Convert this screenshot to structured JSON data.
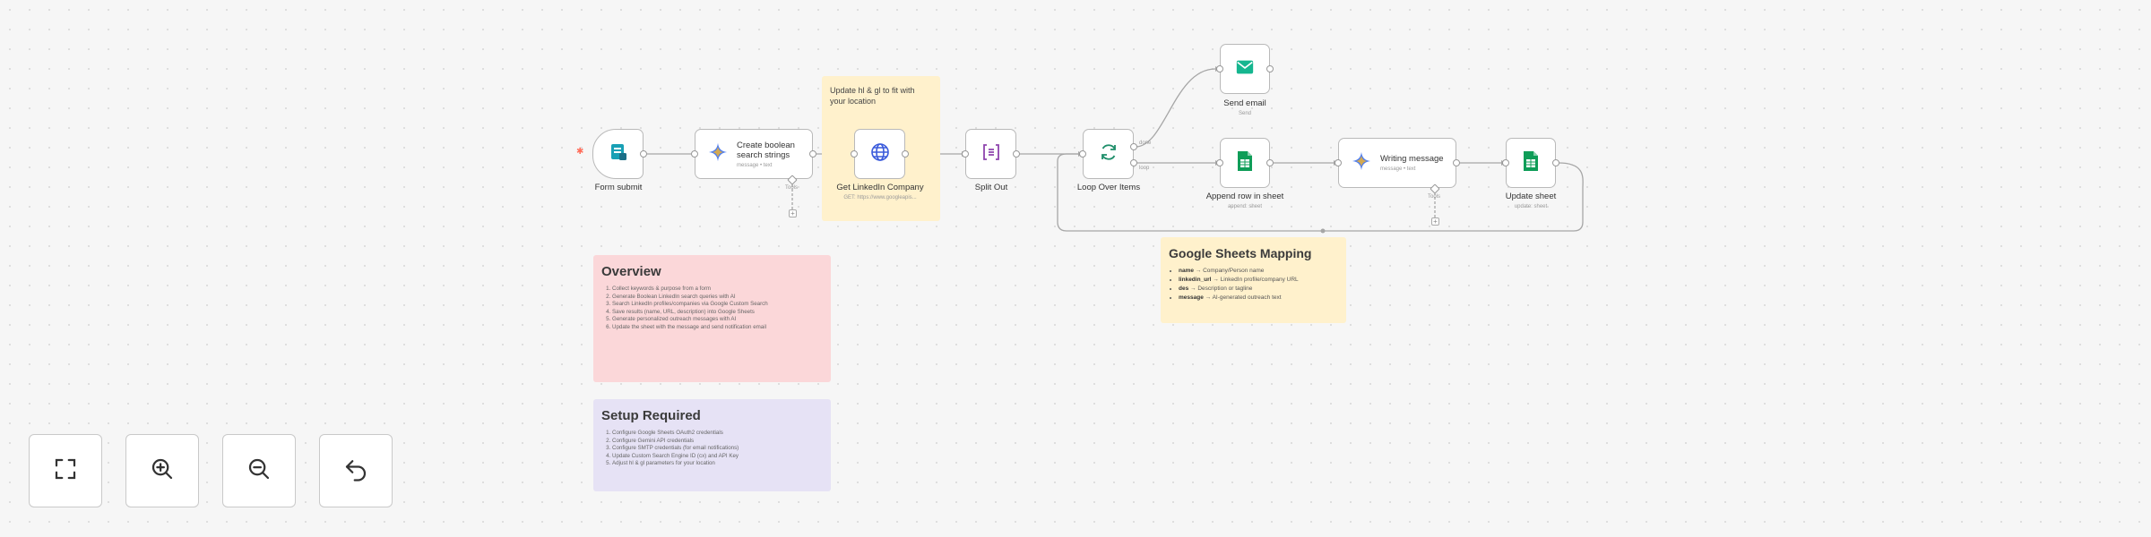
{
  "nodes": {
    "form_submit": {
      "title": "Form submit"
    },
    "create_boolean": {
      "title": "Create boolean search strings",
      "subtitle": "message • text"
    },
    "get_linkedin": {
      "title": "Get LinkedIn Company",
      "subtitle": "GET: https://www.googleapis..."
    },
    "split_out": {
      "title": "Split Out"
    },
    "loop_over": {
      "title": "Loop Over Items"
    },
    "send_email": {
      "title": "Send email",
      "subtitle": "Send"
    },
    "append_row": {
      "title": "Append row in sheet",
      "subtitle": "append: sheet"
    },
    "writing_message": {
      "title": "Writing message",
      "subtitle": "message • text"
    },
    "update_sheet": {
      "title": "Update sheet",
      "subtitle": "update: sheet"
    }
  },
  "edge_labels": {
    "tools_1": "Tools",
    "tools_2": "Tools",
    "done": "done",
    "loop": "loop"
  },
  "stickies": {
    "location": {
      "text": "Update hl & gl to fit with your location"
    },
    "overview": {
      "title": "Overview",
      "items": [
        "Collect keywords & purpose from a form",
        "Generate Boolean LinkedIn search queries with AI",
        "Search LinkedIn profiles/companies via Google Custom Search",
        "Save results (name, URL, description) into Google Sheets",
        "Generate personalized outreach messages with AI",
        "Update the sheet with the message and send notification email"
      ]
    },
    "setup": {
      "title": "Setup Required",
      "items": [
        "Configure Google Sheets OAuth2 credentials",
        "Configure Gemini API credentials",
        "Configure SMTP credentials (for email notifications)",
        "Update Custom Search Engine ID (cx) and API Key",
        "Adjust hl & gl parameters for your location"
      ]
    },
    "mapping": {
      "title": "Google Sheets Mapping",
      "rows": [
        {
          "key": "name",
          "value": "→ Company/Person name"
        },
        {
          "key": "linkedin_url",
          "value": "→ LinkedIn profile/company URL"
        },
        {
          "key": "des",
          "value": "→ Description or tagline"
        },
        {
          "key": "message",
          "value": "→ AI-generated outreach text"
        }
      ]
    }
  },
  "controls": [
    {
      "name": "fit-view",
      "icon": "fit-screen-icon"
    },
    {
      "name": "zoom-in",
      "icon": "zoom-in-icon"
    },
    {
      "name": "zoom-out",
      "icon": "zoom-out-icon"
    },
    {
      "name": "undo",
      "icon": "undo-icon"
    }
  ],
  "colors": {
    "sheets_green": "#0f9d58",
    "email_green": "#15b68f",
    "globe_blue": "#3b5bdb",
    "split_purple": "#8e44ad",
    "loop_green": "#1e8e6a",
    "trigger_orange": "#ff6d5a"
  }
}
